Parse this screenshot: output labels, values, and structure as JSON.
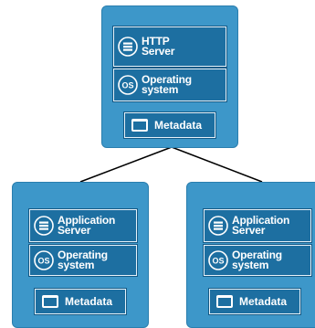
{
  "colors": {
    "node_fill": "#3d97c9",
    "tier_fill": "#1d6fa1",
    "tier_border": "#e6f2fa",
    "connector": "#000000"
  },
  "nodes": [
    {
      "tiers": [
        {
          "icon": "server-rack-icon",
          "label": "HTTP\nServer"
        },
        {
          "icon": "os-icon",
          "label": "Operating\nsystem"
        }
      ],
      "metadata": {
        "icon": "window-icon",
        "label": "Metadata"
      }
    },
    {
      "tiers": [
        {
          "icon": "server-rack-icon",
          "label": "Application\nServer"
        },
        {
          "icon": "os-icon",
          "label": "Operating\nsystem"
        }
      ],
      "metadata": {
        "icon": "window-icon",
        "label": "Metadata"
      }
    },
    {
      "tiers": [
        {
          "icon": "server-rack-icon",
          "label": "Application\nServer"
        },
        {
          "icon": "os-icon",
          "label": "Operating\nsystem"
        }
      ],
      "metadata": {
        "icon": "window-icon",
        "label": "Metadata"
      }
    }
  ]
}
